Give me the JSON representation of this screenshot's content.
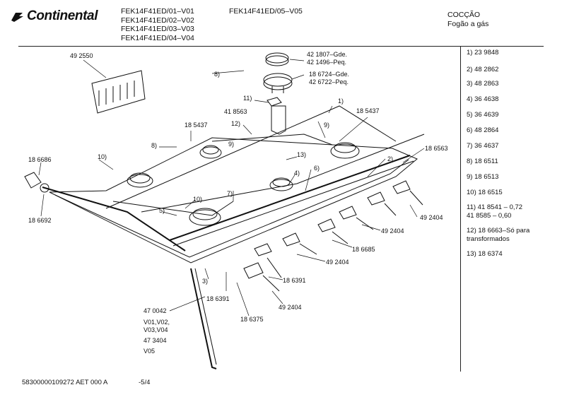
{
  "header": {
    "brand": "Continental",
    "models": [
      "FEK14F41ED/01–V01",
      "FEK14F41ED/02–V02",
      "FEK14F41ED/03–V03",
      "FEK14F41ED/04–V04"
    ],
    "variant": "FEK14F41ED/05–V05",
    "section": [
      "COCÇÃO",
      "Fogão a gás"
    ]
  },
  "parts": [
    {
      "lines": [
        "1) 23 9848"
      ]
    },
    {
      "lines": [
        "2) 48 2862"
      ]
    },
    {
      "lines": [
        "3) 48 2863"
      ]
    },
    {
      "lines": [
        "4) 36 4638"
      ]
    },
    {
      "lines": [
        "5) 36 4639"
      ]
    },
    {
      "lines": [
        "6) 48 2864"
      ]
    },
    {
      "lines": [
        "7) 36 4637"
      ]
    },
    {
      "lines": [
        "8)  18 6511"
      ]
    },
    {
      "lines": [
        "9)  18 6513"
      ]
    },
    {
      "lines": [
        "10) 18 6515"
      ]
    },
    {
      "lines": [
        "11) 41 8541 – 0,72",
        "      41 8585 – 0,60"
      ]
    },
    {
      "lines": [
        "12) 18 6663–Só para",
        "      transformados"
      ]
    },
    {
      "lines": [
        "13) 18 6374"
      ]
    }
  ],
  "diagram_labels": [
    "49 2550",
    "8)",
    "42 1807–Gde.",
    "42 1496–Peq.",
    "18 6724–Gde.",
    "42 6722–Peq.",
    "1)",
    "11)",
    "41 8563",
    "12)",
    "18 5437",
    "18 5437",
    "9)",
    "8)",
    "9)",
    "13)",
    "10)",
    "18 6686",
    "4)",
    "6)",
    "2)",
    "18 6563",
    "7)",
    "10)",
    "5)",
    "18 6692",
    "49 2404",
    "49 2404",
    "18 6685",
    "49 2404",
    "18 6391",
    "3)",
    "18 6391",
    "49 2404",
    "47 0042",
    "V01,V02,",
    "V03,V04",
    "18 6375",
    "47 3404",
    "V05"
  ],
  "footer": {
    "code": "58300000109272 AET 000 A",
    "page": "-5/4"
  }
}
